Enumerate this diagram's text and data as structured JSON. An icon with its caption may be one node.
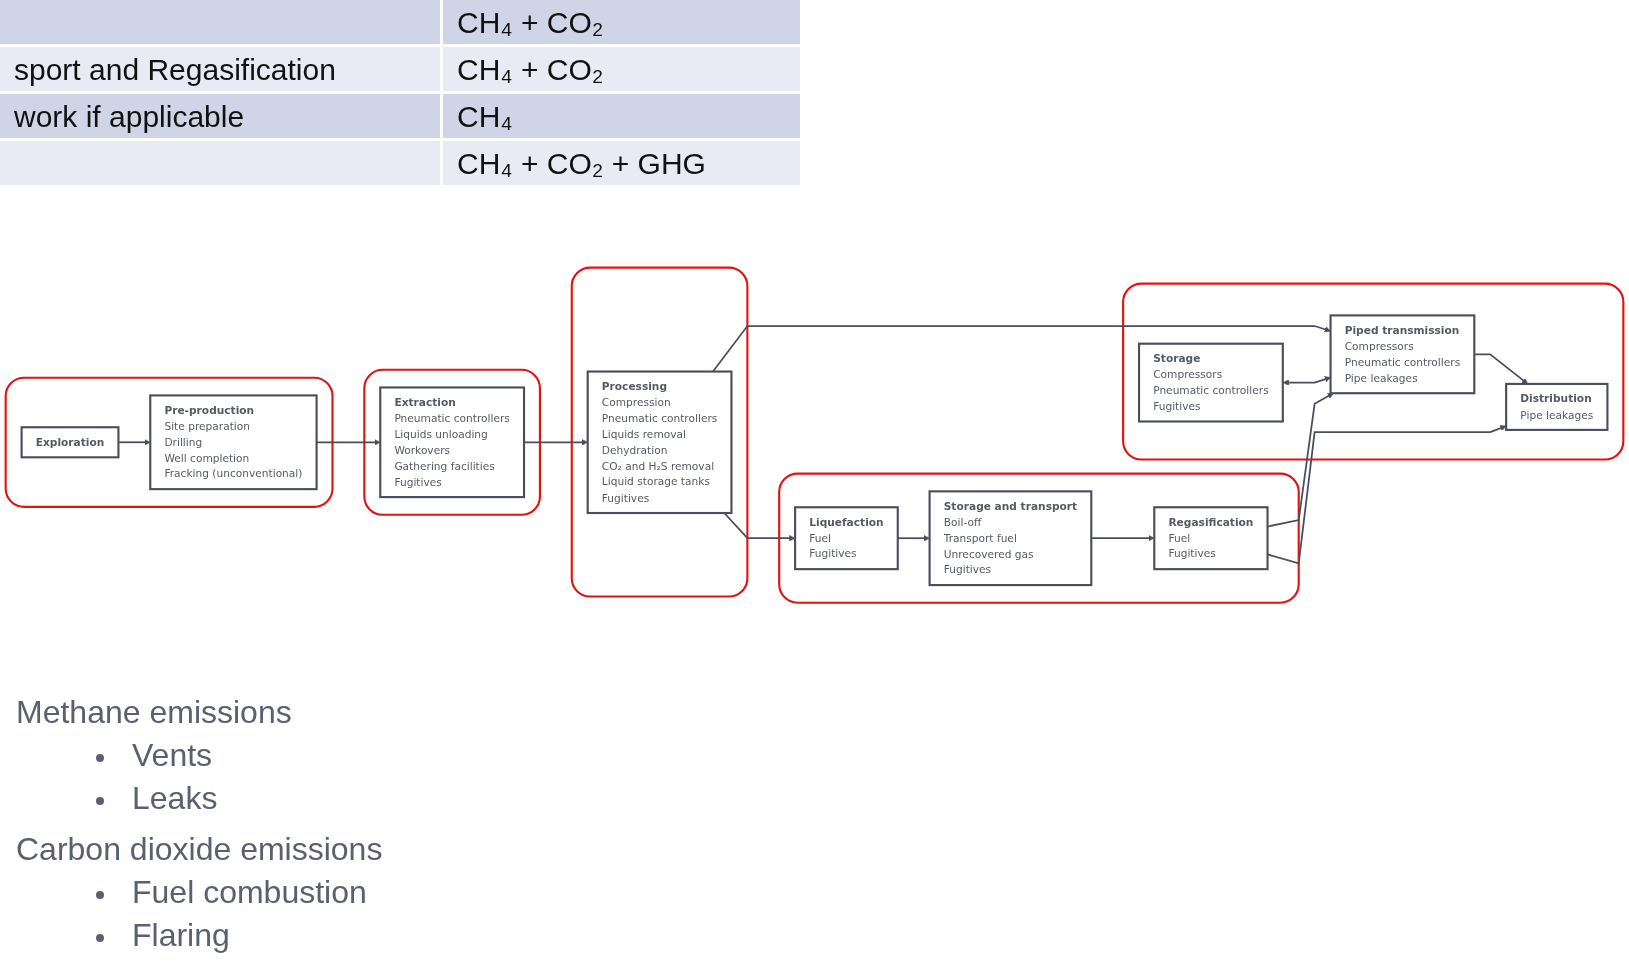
{
  "diagram": {
    "nodes": [
      {
        "text": [],
        "shape": "box"
      },
      {
        "text": [
          "Exploration"
        ],
        "in": 0
      },
      {
        "text": [
          "Pre-production",
          "Site preparation",
          "Drilling",
          "Well completion",
          "Fracking (unconventional)"
        ],
        "in": 0
      },
      {
        "text": [],
        "shape": "box"
      },
      {
        "text": [
          "Extraction",
          "Pneumatic controllers",
          "Liquids unloading",
          "Workovers",
          "Gathering facilities",
          "Fugitives"
        ],
        "in": 3
      },
      {
        "text": [],
        "shape": "box"
      },
      {
        "text": [
          "Processing",
          "Compression",
          "Pneumatic controllers",
          "Liquids removal",
          "Dehydration",
          "CO₂ and H₂S removal",
          "Liquid storage tanks",
          "Fugitives"
        ],
        "in": 5
      },
      {
        "text": [],
        "shape": "box"
      },
      {
        "text": [
          "Storage",
          "Compressors",
          "Pneumatic controllers",
          "Fugitives"
        ],
        "in": 7
      },
      {
        "text": [
          "Piped transmission",
          "Compressors",
          "Pneumatic controllers",
          "Pipe leakages"
        ],
        "in": 7
      },
      {
        "text": [
          "Distribution",
          "Pipe leakages"
        ],
        "in": 7
      },
      {
        "text": [],
        "shape": "box"
      },
      {
        "text": [
          "Liquefaction",
          "Fuel",
          "Fugitives"
        ],
        "in": 11
      },
      {
        "text": [
          "Storage and transport",
          "Boil-off",
          "Transport fuel",
          "Unrecovered gas",
          "Fugitives"
        ],
        "in": 11
      },
      {
        "text": [
          "Regasification",
          "Fuel",
          "Fugitives"
        ],
        "in": 11
      }
    ],
    "edges": [
      {
        "from": 1,
        "to": 2,
        "arrow": "to"
      },
      {
        "from": 2,
        "to": 4,
        "arrow": "to"
      },
      {
        "from": 4,
        "to": 6,
        "arrow": "to"
      },
      {
        "from": 6,
        "to": 9,
        "arrow": "to"
      },
      {
        "from": 8,
        "to": 9,
        "arrow": "both"
      },
      {
        "from": 9,
        "to": 10,
        "arrow": "to"
      },
      {
        "from": 6,
        "to": 12,
        "arrow": "to"
      },
      {
        "from": 12,
        "to": 13,
        "arrow": "to"
      },
      {
        "from": 13,
        "to": 14,
        "arrow": "to"
      },
      {
        "from": 14,
        "to": 9,
        "arrow": "to"
      },
      {
        "from": 14,
        "to": 10,
        "arrow": "to"
      }
    ],
    "labels": [
      "CH₄ + CO₂",
      "sport and Regasification",
      "CH₄ + CO₂",
      "work if applicable",
      "CH₄",
      "CH₄ + CO₂ + GHG",
      "Methane emissions",
      "Vents",
      "Leaks",
      "Carbon dioxide emissions",
      "Fuel combustion",
      "Flaring"
    ]
  }
}
